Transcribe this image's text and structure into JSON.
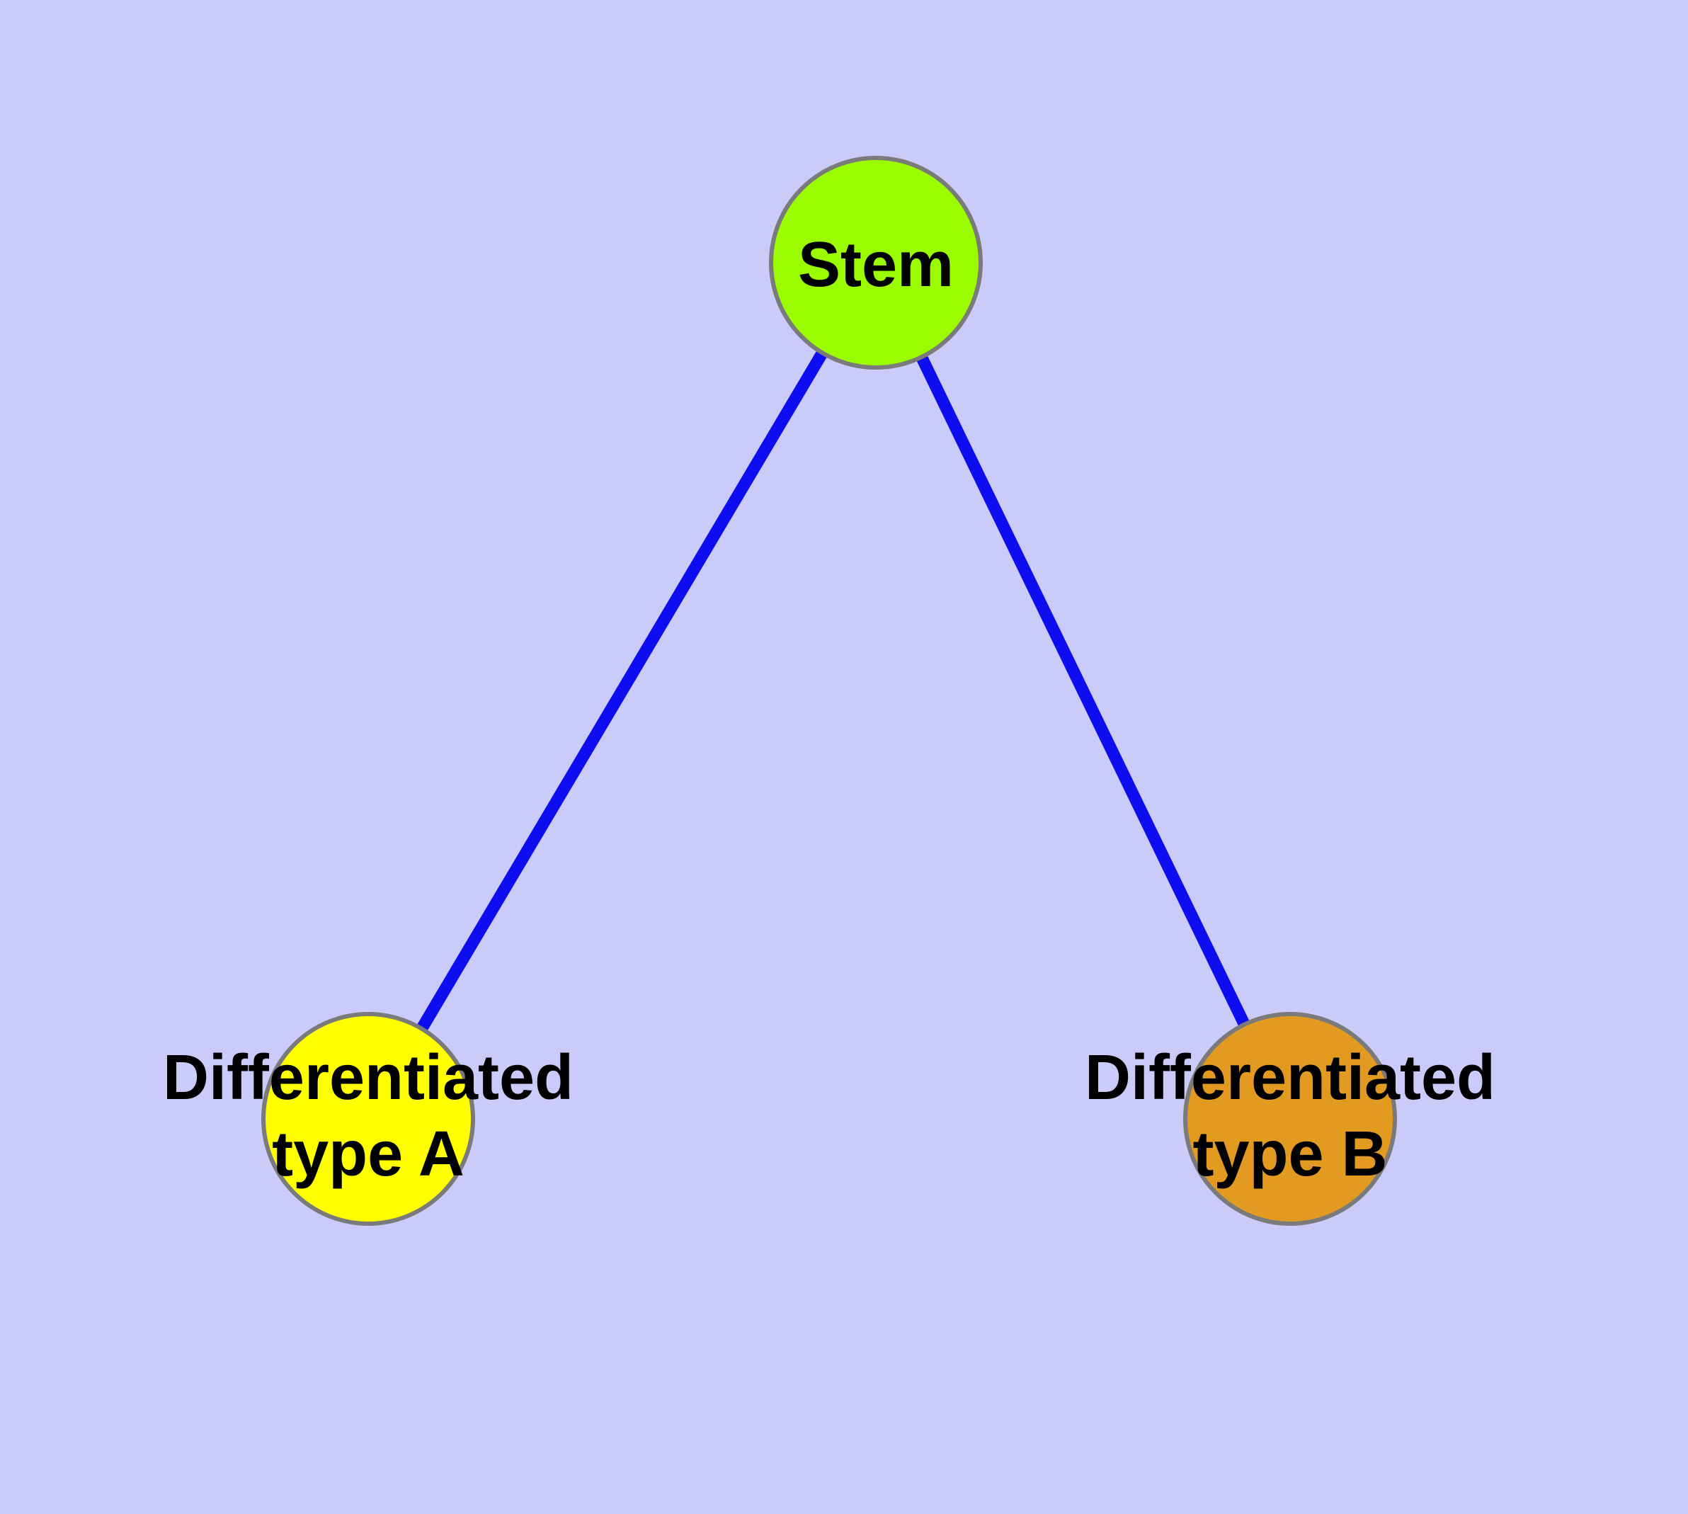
{
  "colors": {
    "background": "#CBCBF9",
    "edge": "#0D0DF0",
    "node_border": "#7A7A7A",
    "label_text": "#000000"
  },
  "graph": {
    "nodes": [
      {
        "id": "stem",
        "label": "Stem",
        "fill": "#9BFB00"
      },
      {
        "id": "differentiated-type-a",
        "label_line1": "Differentiated",
        "label_line2": "type A",
        "fill": "#FFFF00"
      },
      {
        "id": "differentiated-type-b",
        "label_line1": "Differentiated",
        "label_line2": "type B",
        "fill": "#E29B20"
      }
    ],
    "edges": [
      {
        "from": "stem",
        "to": "differentiated-type-a",
        "color": "#0D0DF0"
      },
      {
        "from": "stem",
        "to": "differentiated-type-b",
        "color": "#0D0DF0"
      }
    ]
  }
}
